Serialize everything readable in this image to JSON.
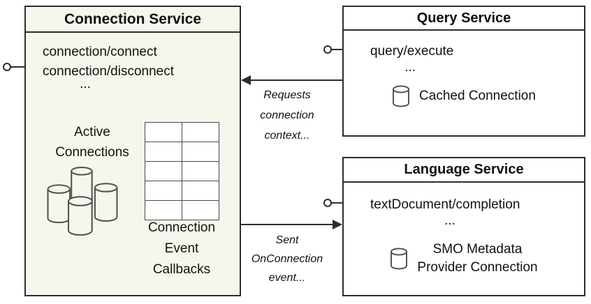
{
  "connection_service": {
    "title": "Connection Service",
    "endpoints": [
      "connection/connect",
      "connection/disconnect"
    ],
    "ellipsis": "...",
    "active_connections_label": "Active\nConnections",
    "callbacks_label": "Connection\nEvent\nCallbacks"
  },
  "query_service": {
    "title": "Query Service",
    "endpoint": "query/execute",
    "ellipsis": "...",
    "cached_connection_label": "Cached Connection"
  },
  "language_service": {
    "title": "Language Service",
    "endpoint": "textDocument/completion",
    "ellipsis": "...",
    "smo_label": "SMO Metadata\nProvider Connection"
  },
  "arrows": {
    "requests_label": "Requests\nconnection\ncontext...",
    "sent_label": "Sent\nOnConnection\nevent..."
  },
  "colors": {
    "connection_bg": "#f4f8ec",
    "service_bg": "#ffffff",
    "border": "#2d2d2d",
    "icon_stroke": "#555555",
    "text": "#111111"
  }
}
